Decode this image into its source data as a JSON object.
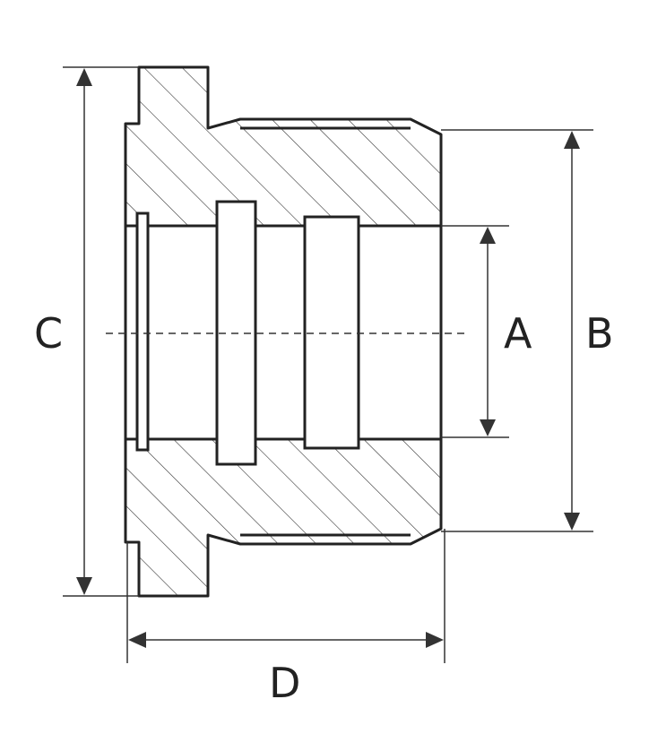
{
  "labels": {
    "a": "A",
    "b": "B",
    "c": "C",
    "d": "D"
  },
  "colors": {
    "ink": "#222222",
    "background": "#ffffff"
  }
}
